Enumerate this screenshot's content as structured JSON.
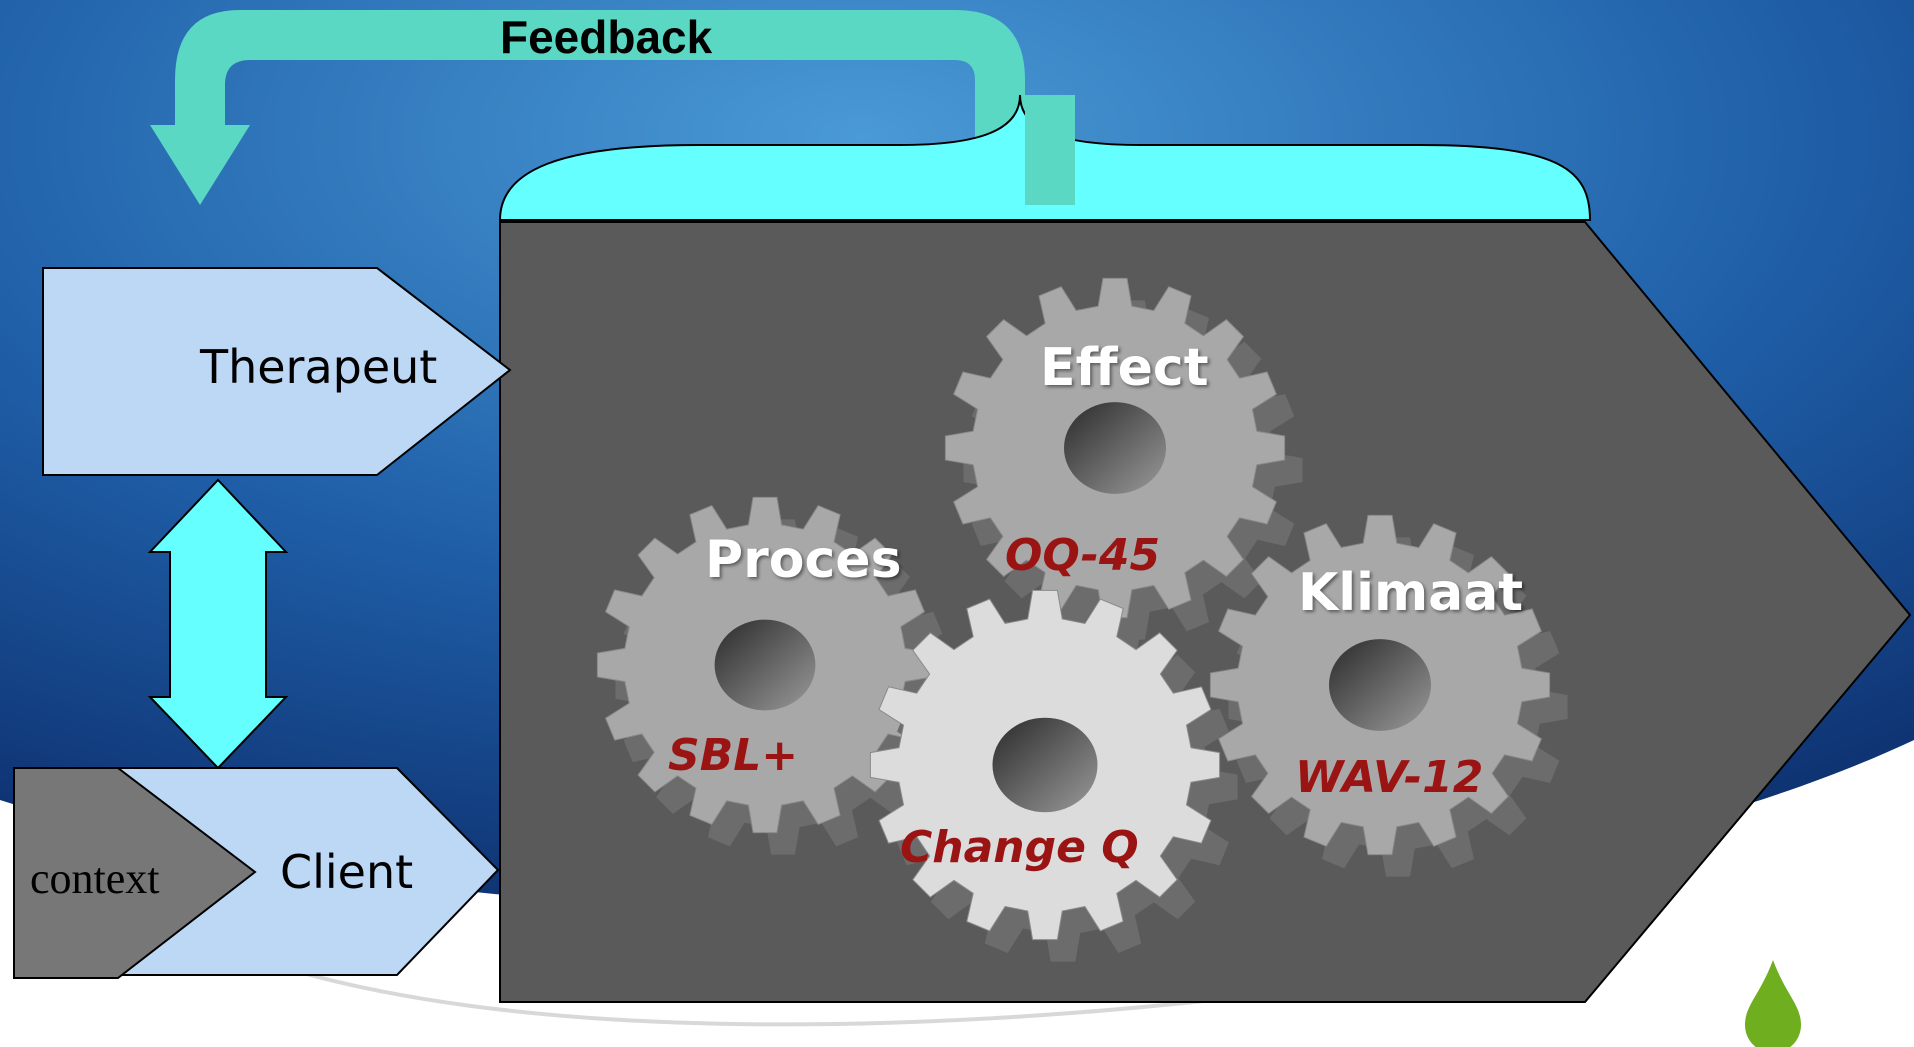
{
  "diagram": {
    "feedback_label": "Feedback",
    "therapeut_label": "Therapeut",
    "client_label": "Client",
    "context_label": "context",
    "gears": [
      {
        "title": "Effect",
        "instrument": "OQ-45"
      },
      {
        "title": "Proces",
        "instrument": "SBL+"
      },
      {
        "title": "Klimaat",
        "instrument": "WAV-12"
      },
      {
        "title": "",
        "instrument": "Change Q"
      }
    ]
  },
  "colors": {
    "background_blue": "#2a6fb0",
    "arrow_teal": "#5ad8c4",
    "bracket_cyan": "#66ffff",
    "panel_gray": "#5a5a5a",
    "box_light_blue": "#bcd8f5",
    "gear_gray": "#a8a8a8",
    "gear_light": "#dcdcdc",
    "instrument_red": "#9b1414",
    "drop_green": "#6fae1e"
  }
}
